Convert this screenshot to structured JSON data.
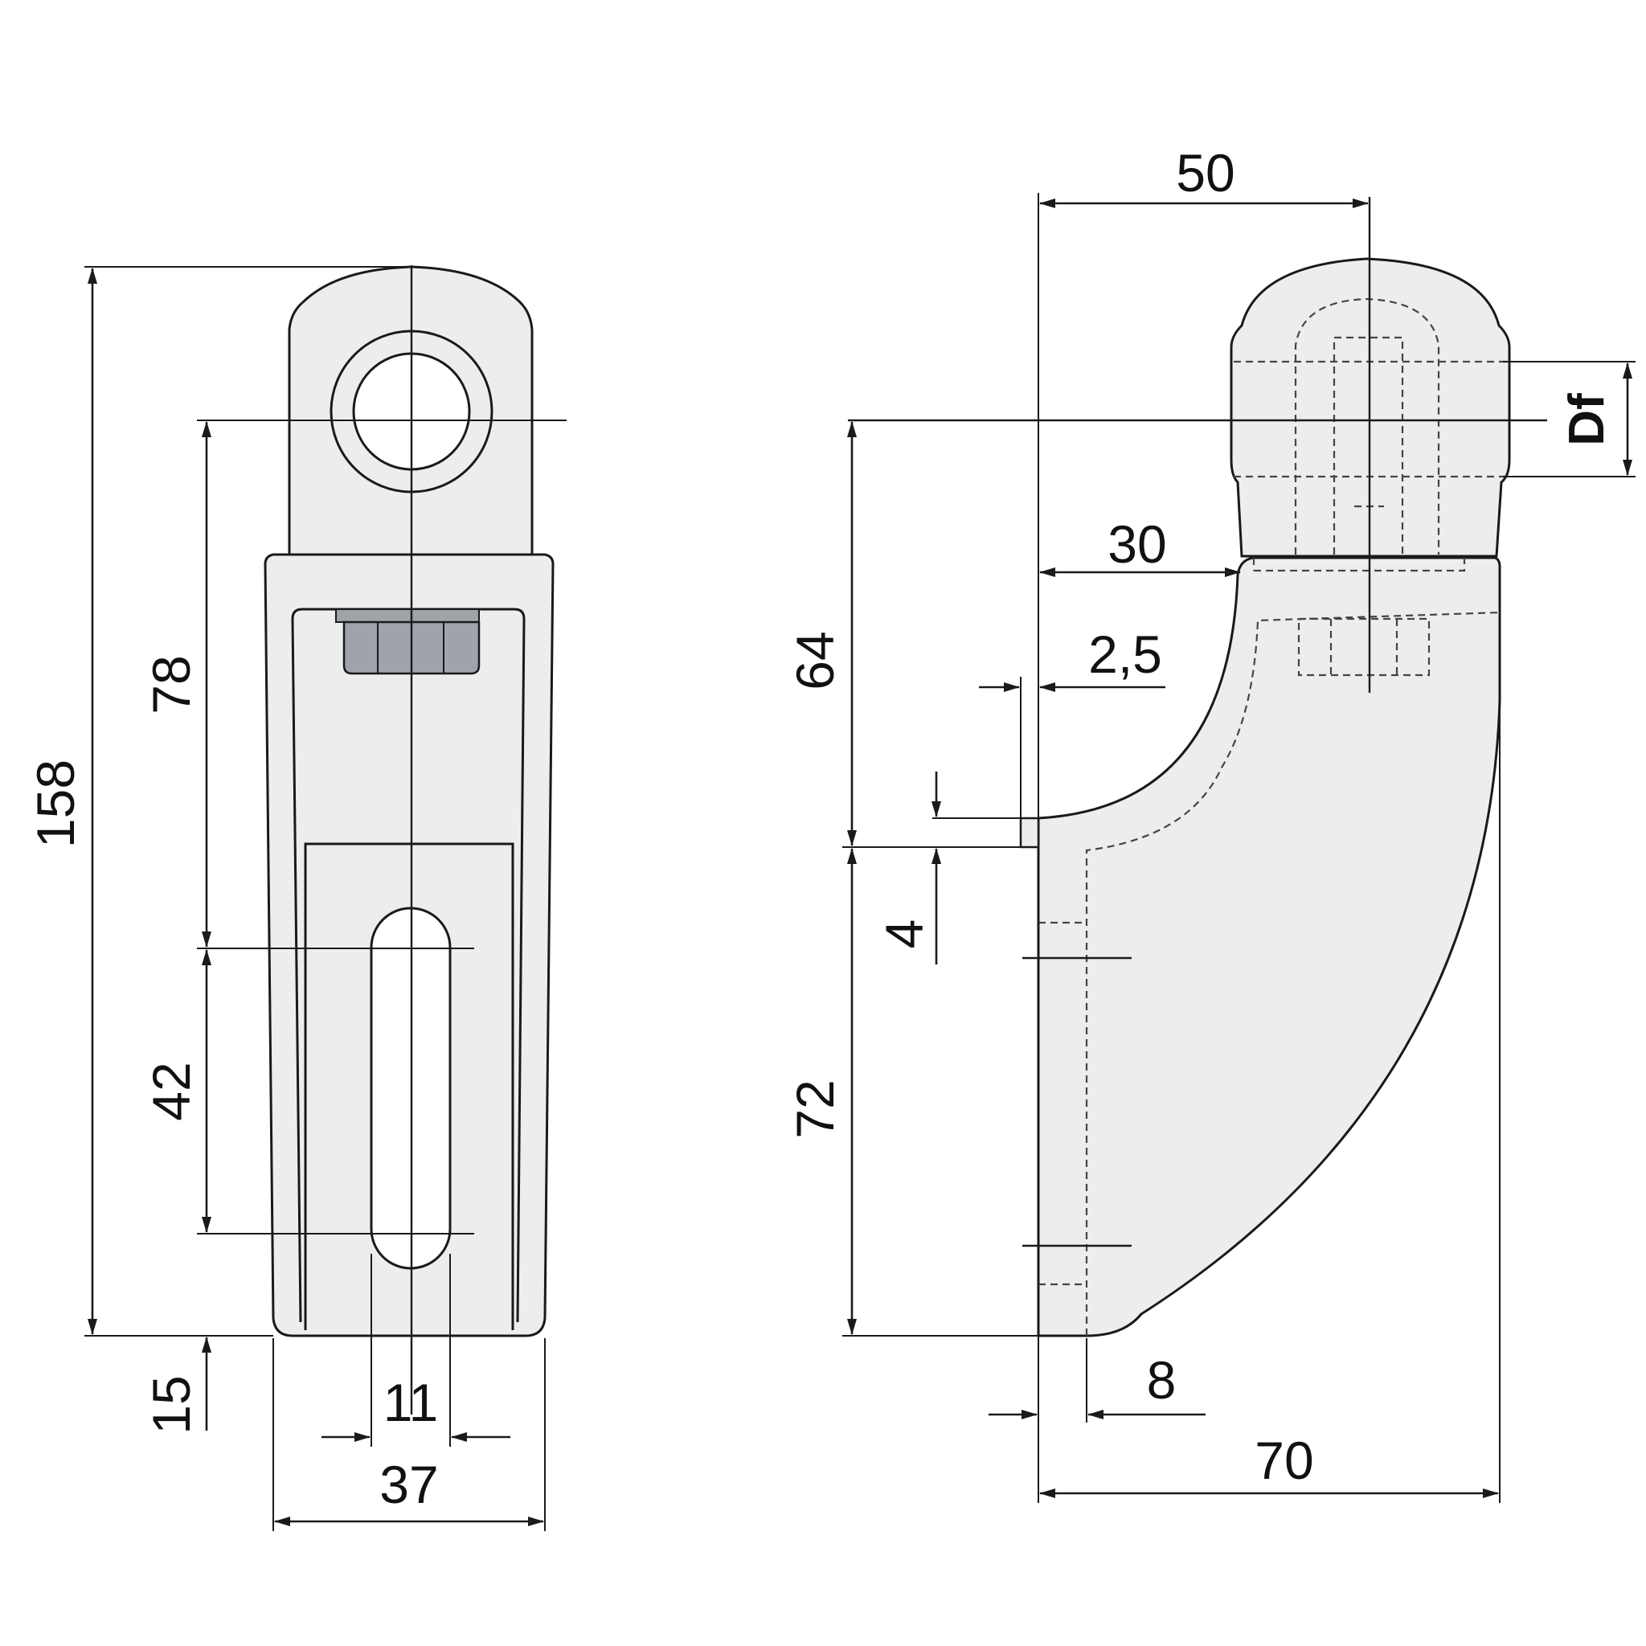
{
  "front_view": {
    "overall_height": "158",
    "hole_to_slot_top": "78",
    "slot_length": "42",
    "slot_to_bottom": "15",
    "slot_width": "11",
    "overall_width": "37"
  },
  "side_view": {
    "top_width": "50",
    "step_width": "30",
    "ledge_thickness": "2,5",
    "hole_to_ledge": "64",
    "ledge_height": "4",
    "ledge_to_bottom": "72",
    "wall_thickness": "8",
    "overall_depth": "70",
    "bore_label": "Df"
  },
  "colors": {
    "part_fill": "#eceeed",
    "nut_fill": "#9ea4aa",
    "line": "#1a1a1a"
  }
}
